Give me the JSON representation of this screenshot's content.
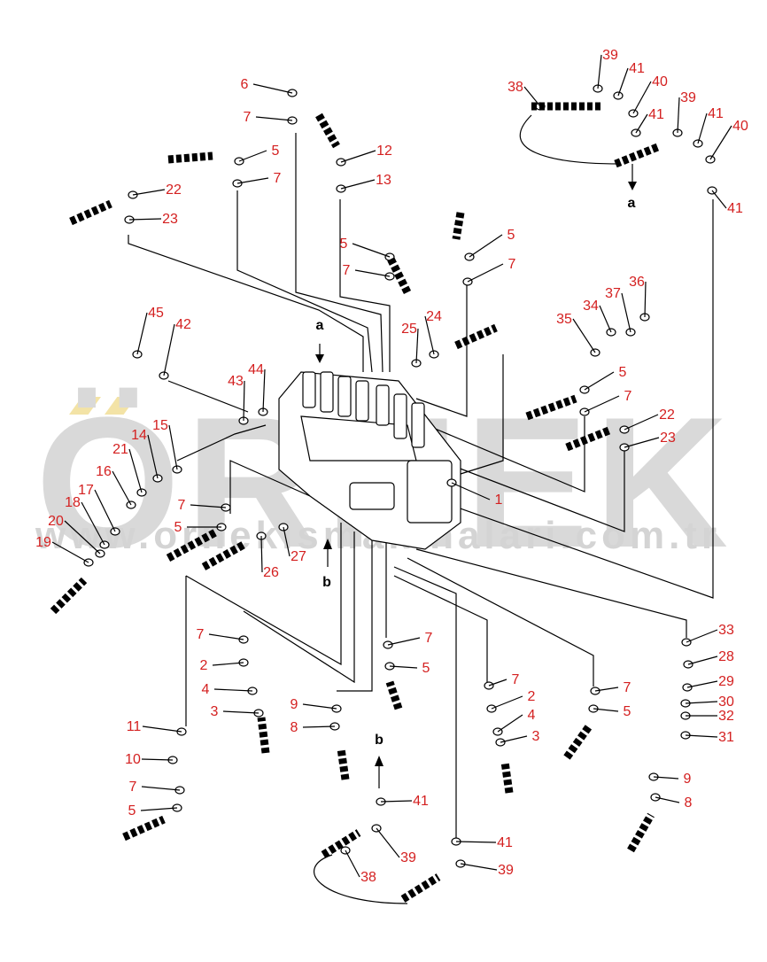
{
  "watermark": {
    "brand": "ÖRNEK",
    "url": "www.ornekismakinalari.com.tr"
  },
  "callouts": [
    "6",
    "7",
    "5",
    "7",
    "22",
    "23",
    "12",
    "13",
    "39",
    "41",
    "38",
    "40",
    "41",
    "39",
    "41",
    "40",
    "41",
    "5",
    "5",
    "7",
    "7",
    "45",
    "42",
    "24",
    "25",
    "34",
    "35",
    "37",
    "36",
    "43",
    "44",
    "5",
    "7",
    "22",
    "23",
    "15",
    "14",
    "21",
    "16",
    "17",
    "18",
    "20",
    "19",
    "7",
    "5",
    "1",
    "27",
    "26",
    "7",
    "2",
    "4",
    "3",
    "7",
    "5",
    "9",
    "8",
    "11",
    "10",
    "7",
    "5",
    "7",
    "2",
    "4",
    "3",
    "7",
    "5",
    "33",
    "28",
    "29",
    "30",
    "32",
    "31",
    "41",
    "39",
    "38",
    "41",
    "39",
    "9",
    "8"
  ],
  "view_markers": [
    "a",
    "a",
    "b",
    "b"
  ],
  "colors": {
    "callout": "#d42020",
    "watermark": "#d9d9d9"
  }
}
